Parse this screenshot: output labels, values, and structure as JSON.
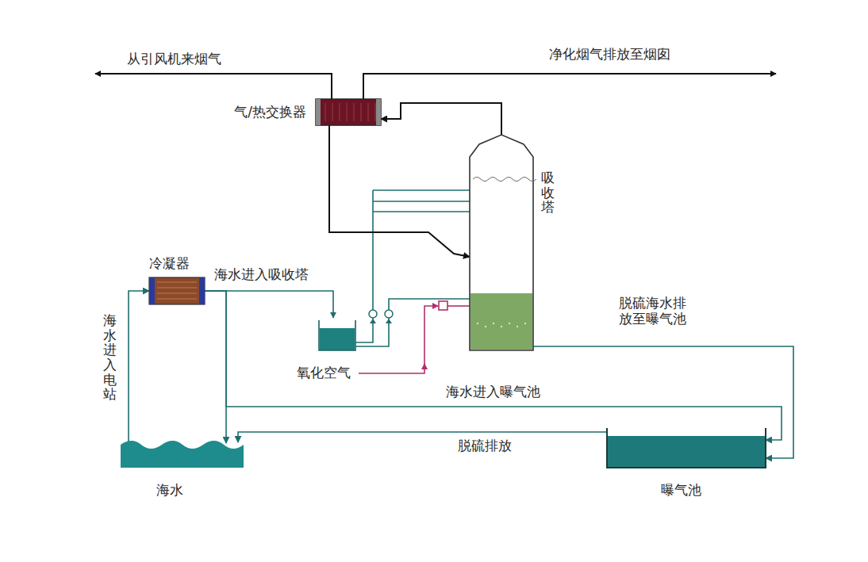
{
  "diagram": {
    "nodes": [
      {
        "text": [
          "气/热交换器"
        ]
      },
      {
        "text": [
          "吸收塔"
        ]
      },
      {
        "text": [
          "冷凝器"
        ]
      },
      {
        "text": [
          "海水"
        ]
      },
      {
        "text": [
          "曝气池"
        ]
      }
    ],
    "edges": [
      {
        "from": 0,
        "to": 1,
        "arrow": "to"
      },
      {
        "from": 1,
        "to": 0,
        "arrow": "to"
      },
      {
        "from": 3,
        "to": 2,
        "label": "海水进入电站",
        "arrow": "to"
      },
      {
        "from": 2,
        "to": 3,
        "arrow": "to"
      },
      {
        "from": 2,
        "to": 4,
        "label": "海水进入曝气池",
        "arrow": "to"
      },
      {
        "from": 1,
        "to": 4,
        "label": "脱硫海水排放至曝气池",
        "arrow": "to"
      },
      {
        "from": 4,
        "to": 3,
        "label": "脱硫排放",
        "arrow": "to"
      }
    ],
    "labels": [
      "从引风机来烟气",
      "净化烟气排放至烟囱",
      "海水进入吸收塔",
      "氧化空气"
    ]
  }
}
